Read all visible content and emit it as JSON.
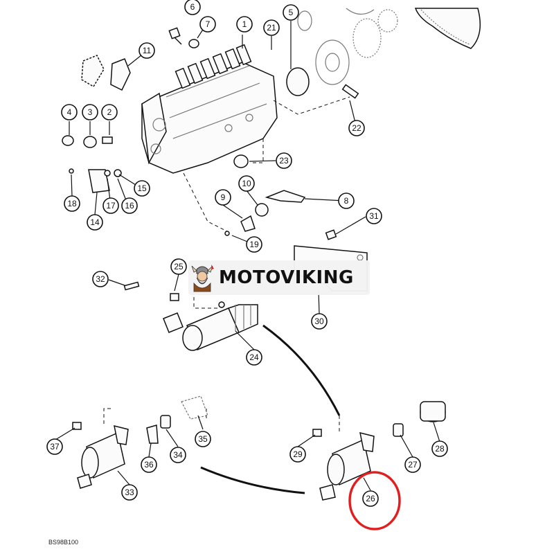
{
  "brand": {
    "name": "MOTOVIKING",
    "logo_icon": "viking-warrior-icon"
  },
  "drawing_code": "BS98B100",
  "highlight_color": "#e02020",
  "callouts": [
    {
      "num": "1"
    },
    {
      "num": "2"
    },
    {
      "num": "3"
    },
    {
      "num": "4"
    },
    {
      "num": "5"
    },
    {
      "num": "6"
    },
    {
      "num": "7"
    },
    {
      "num": "8"
    },
    {
      "num": "9"
    },
    {
      "num": "10"
    },
    {
      "num": "11"
    },
    {
      "num": "14"
    },
    {
      "num": "15"
    },
    {
      "num": "16"
    },
    {
      "num": "17"
    },
    {
      "num": "18"
    },
    {
      "num": "19"
    },
    {
      "num": "21"
    },
    {
      "num": "22"
    },
    {
      "num": "23"
    },
    {
      "num": "24"
    },
    {
      "num": "25"
    },
    {
      "num": "26",
      "highlighted": true
    },
    {
      "num": "27"
    },
    {
      "num": "28"
    },
    {
      "num": "29"
    },
    {
      "num": "30"
    },
    {
      "num": "31"
    },
    {
      "num": "32"
    },
    {
      "num": "33"
    },
    {
      "num": "34"
    },
    {
      "num": "35"
    },
    {
      "num": "36"
    },
    {
      "num": "37"
    }
  ]
}
